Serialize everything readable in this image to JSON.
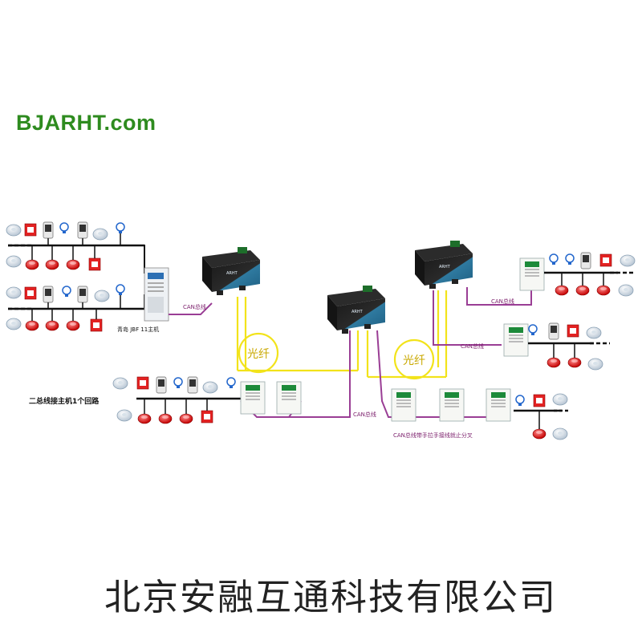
{
  "brand": "BJARHT.com",
  "labels": {
    "host_model": "青岛 JBF 11主机",
    "can_bus_top": "CAN总线",
    "can_bus_right": "CAN总线",
    "can_bus_middle": "CAN总线",
    "can_bus_bottom": "CAN总线带手拉手接线就止分叉",
    "loop_label": "二总线接主机1个回路",
    "fiber_left": "光纤",
    "fiber_right": "光纤"
  },
  "footer": "北京安融互通科技有限公司",
  "colors": {
    "brand": "#2e8b1f",
    "fiber": "#f2e31a",
    "can_bus": "#9a3e95",
    "bus_line": "#111111",
    "converter_body": "#2c6a8c"
  },
  "icons": {
    "smoke_detector": "smoke-detector-icon",
    "alarm_button": "manual-alarm-button-icon",
    "fire_horn": "fire-horn-icon",
    "gas_detector": "gas-detector-icon",
    "sounder": "sounder-icon",
    "converter": "can-fiber-converter-icon",
    "panel": "fire-panel-icon"
  }
}
